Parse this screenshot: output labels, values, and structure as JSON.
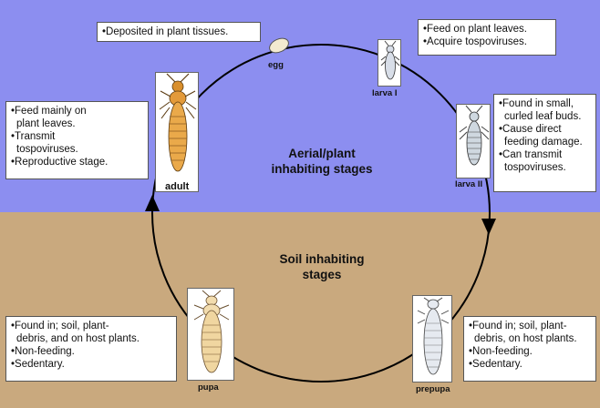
{
  "colors": {
    "aerial_bg": "#8c8ef0",
    "soil_bg": "#c9a97e",
    "cycle_line": "#000000",
    "adult_body": "#e8a94a",
    "pupa_body": "#f0d6a0",
    "larva_body": "#cfd8e0"
  },
  "zones": {
    "aerial": [
      "Aerial/plant",
      "inhabiting stages"
    ],
    "soil": [
      "Soil inhabiting",
      "stages"
    ]
  },
  "stages": {
    "egg": "egg",
    "larva1": "larva I",
    "larva2": "larva II",
    "prepupa": "prepupa",
    "pupa": "pupa",
    "adult": "adult"
  },
  "notes": {
    "egg": [
      "•Deposited in plant tissues."
    ],
    "larva1": [
      "•Feed on plant leaves.",
      "•Acquire tospoviruses."
    ],
    "larva2": [
      "•Found in small,",
      "  curled leaf buds.",
      "•Cause direct",
      "  feeding damage.",
      "•Can transmit",
      "  tospoviruses."
    ],
    "adult": [
      "•Feed mainly on",
      "  plant leaves.",
      "•Transmit",
      "  tospoviruses.",
      "•Reproductive stage."
    ],
    "pupa": [
      "•Found in; soil, plant-",
      "  debris, and on host plants.",
      "•Non-feeding.",
      "•Sedentary."
    ],
    "prepupa": [
      "•Found in; soil, plant-",
      "  debris, on host plants.",
      "•Non-feeding.",
      "•Sedentary."
    ]
  }
}
